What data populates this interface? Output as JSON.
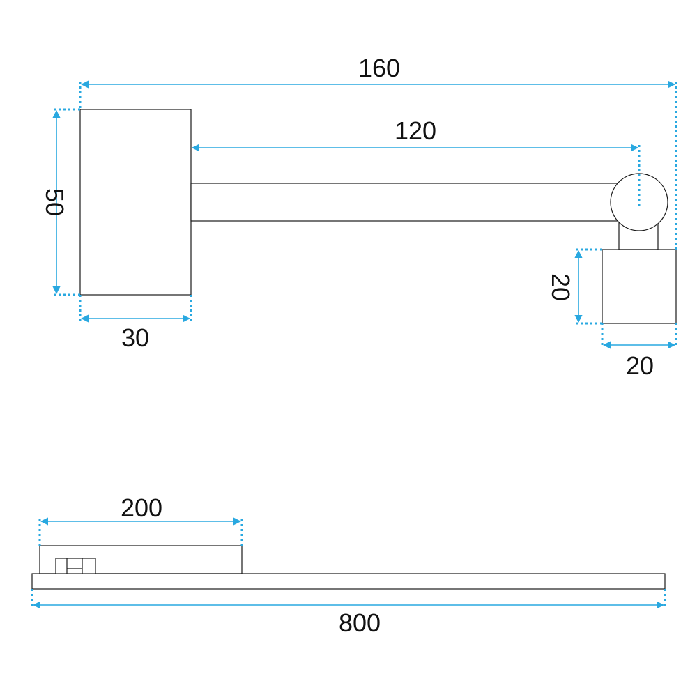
{
  "colors": {
    "dimension": "#29a8e0",
    "outline": "#1a1a1a",
    "text": "#111111",
    "background": "#ffffff"
  },
  "dimensions": {
    "overall_width": "160",
    "arm_length": "120",
    "mount_height": "50",
    "mount_width": "30",
    "head_height": "20",
    "head_width": "20",
    "mount_plate_length": "200",
    "bar_length": "800"
  }
}
